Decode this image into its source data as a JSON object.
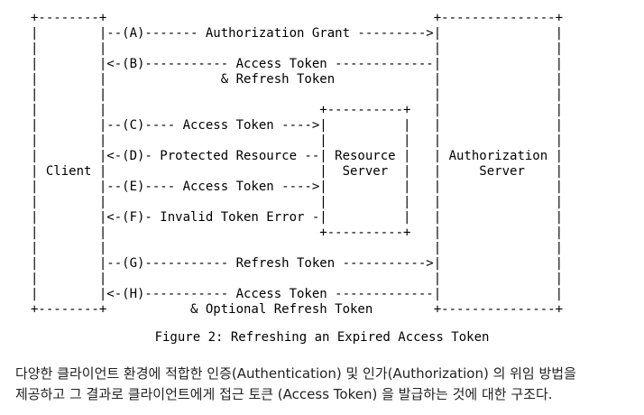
{
  "diagram": {
    "lines": [
      "+--------+                                           +---------------+",
      "|        |--(A)------- Authorization Grant --------->|               |",
      "|        |                                           |               |",
      "|        |<-(B)----------- Access Token -------------|               |",
      "|        |               & Refresh Token             |               |",
      "|        |                                           |               |",
      "|        |                            +----------+   |               |",
      "|        |--(C)---- Access Token ---->|          |   |               |",
      "|        |                            |          |   |               |",
      "|        |<-(D)- Protected Resource --| Resource |   | Authorization |",
      "| Client |                            |  Server  |   |     Server    |",
      "|        |--(E)---- Access Token ---->|          |   |               |",
      "|        |                            |          |   |               |",
      "|        |<-(F)- Invalid Token Error -|          |   |               |",
      "|        |                            +----------+   |               |",
      "|        |                                           |               |",
      "|        |--(G)----------- Refresh Token ----------->|               |",
      "|        |                                           |               |",
      "|        |<-(H)----------- Access Token -------------|               |",
      "+--------+           & Optional Refresh Token        +---------------+"
    ],
    "caption": "Figure 2: Refreshing an Expired Access Token"
  },
  "description": {
    "line1": "다양한 클라이언트 환경에 적합한 인증(Authentication) 및 인가(Authorization) 의 위임 방법을",
    "line2": "제공하고 그 결과로 클라이언트에게 접근 토큰 (Access Token) 을 발급하는 것에 대한 구조다."
  }
}
